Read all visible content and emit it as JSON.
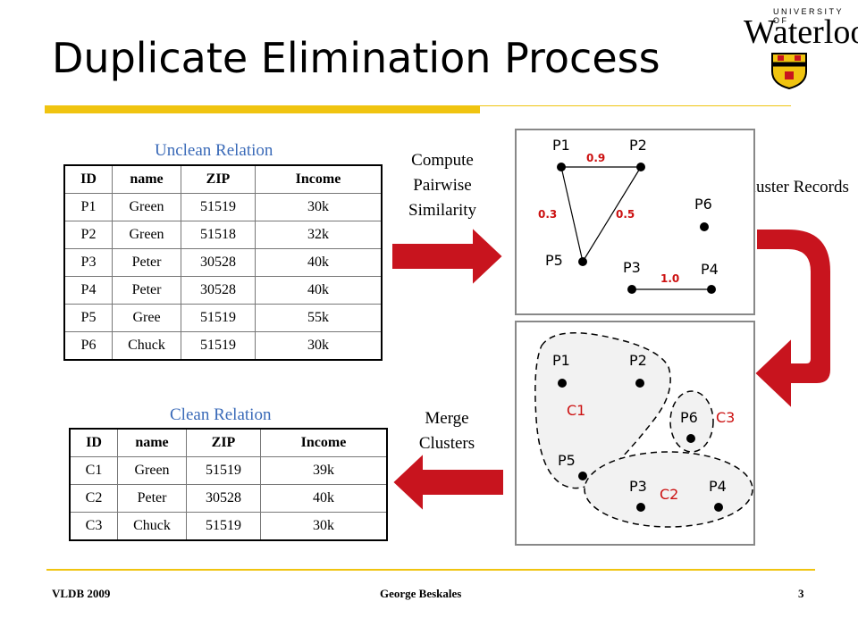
{
  "slide": {
    "title": "Duplicate Elimination Process",
    "logo": {
      "top": "UNIVERSITY OF",
      "main": "Waterloo"
    }
  },
  "unclean": {
    "caption": "Unclean Relation",
    "headers": [
      "ID",
      "name",
      "ZIP",
      "Income"
    ],
    "rows": [
      [
        "P1",
        "Green",
        "51519",
        "30k"
      ],
      [
        "P2",
        "Green",
        "51518",
        "32k"
      ],
      [
        "P3",
        "Peter",
        "30528",
        "40k"
      ],
      [
        "P4",
        "Peter",
        "30528",
        "40k"
      ],
      [
        "P5",
        "Gree",
        "51519",
        "55k"
      ],
      [
        "P6",
        "Chuck",
        "51519",
        "30k"
      ]
    ]
  },
  "clean": {
    "caption": "Clean Relation",
    "headers": [
      "ID",
      "name",
      "ZIP",
      "Income"
    ],
    "rows": [
      [
        "C1",
        "Green",
        "51519",
        "39k"
      ],
      [
        "C2",
        "Peter",
        "30528",
        "40k"
      ],
      [
        "C3",
        "Chuck",
        "51519",
        "30k"
      ]
    ]
  },
  "steps": {
    "compute": [
      "Compute",
      "Pairwise",
      "Similarity"
    ],
    "cluster": "Cluster Records",
    "merge": [
      "Merge",
      "Clusters"
    ]
  },
  "graph": {
    "nodes": [
      "P1",
      "P2",
      "P3",
      "P4",
      "P5",
      "P6"
    ],
    "edges": [
      {
        "a": "P1",
        "b": "P2",
        "w": "0.9"
      },
      {
        "a": "P1",
        "b": "P5",
        "w": "0.3"
      },
      {
        "a": "P2",
        "b": "P5",
        "w": "0.5"
      },
      {
        "a": "P3",
        "b": "P4",
        "w": "1.0"
      }
    ],
    "weight_color": "#cc1111"
  },
  "clusters": [
    {
      "label": "C1",
      "members": [
        "P1",
        "P2",
        "P5"
      ]
    },
    {
      "label": "C2",
      "members": [
        "P3",
        "P4"
      ]
    },
    {
      "label": "C3",
      "members": [
        "P6"
      ]
    }
  ],
  "colors": {
    "accent": "#f0c410",
    "caption": "#3a6ab8",
    "arrow": "#c8141e",
    "cluster_label": "#cc1111"
  },
  "footer": {
    "left": "VLDB 2009",
    "center": "George Beskales",
    "right": "3"
  }
}
